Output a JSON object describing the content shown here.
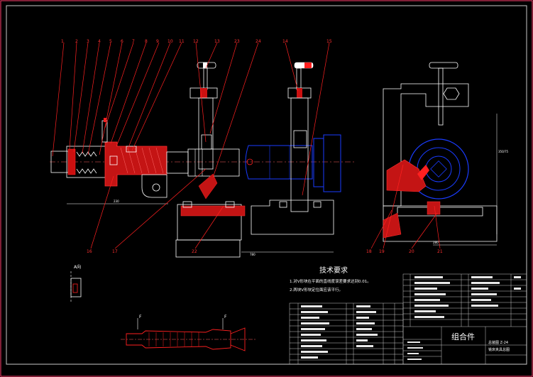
{
  "callouts": {
    "n1": "1",
    "n2": "2",
    "n3": "3",
    "n4": "4",
    "n5": "5",
    "n6": "6",
    "n7": "7",
    "n8": "8",
    "n9": "9",
    "n10": "10",
    "n11": "11",
    "n12": "12",
    "n13": "13",
    "n14": "14",
    "n15": "15",
    "n16": "16",
    "n17": "17",
    "n18": "18",
    "n19": "19",
    "n20": "20",
    "n21": "21",
    "n22": "22",
    "n23": "23",
    "n24": "24"
  },
  "section_label": "A向",
  "view_f_label": "F",
  "tech_req": {
    "title": "技术要求",
    "line1": "1.对V形块在平面的直线度误差要求达到0.01。",
    "line2": "2.两块V形块定位面应该平行。"
  },
  "title_block": {
    "name": "组合件",
    "spec1": "总装图 Z-24",
    "spec2": "铣床夹具总图"
  },
  "colors": {
    "frame": "#c8c8c8",
    "part": "#ff2020",
    "body": "#ffffff",
    "detail": "#1a3cff",
    "center": "#ff6060"
  }
}
